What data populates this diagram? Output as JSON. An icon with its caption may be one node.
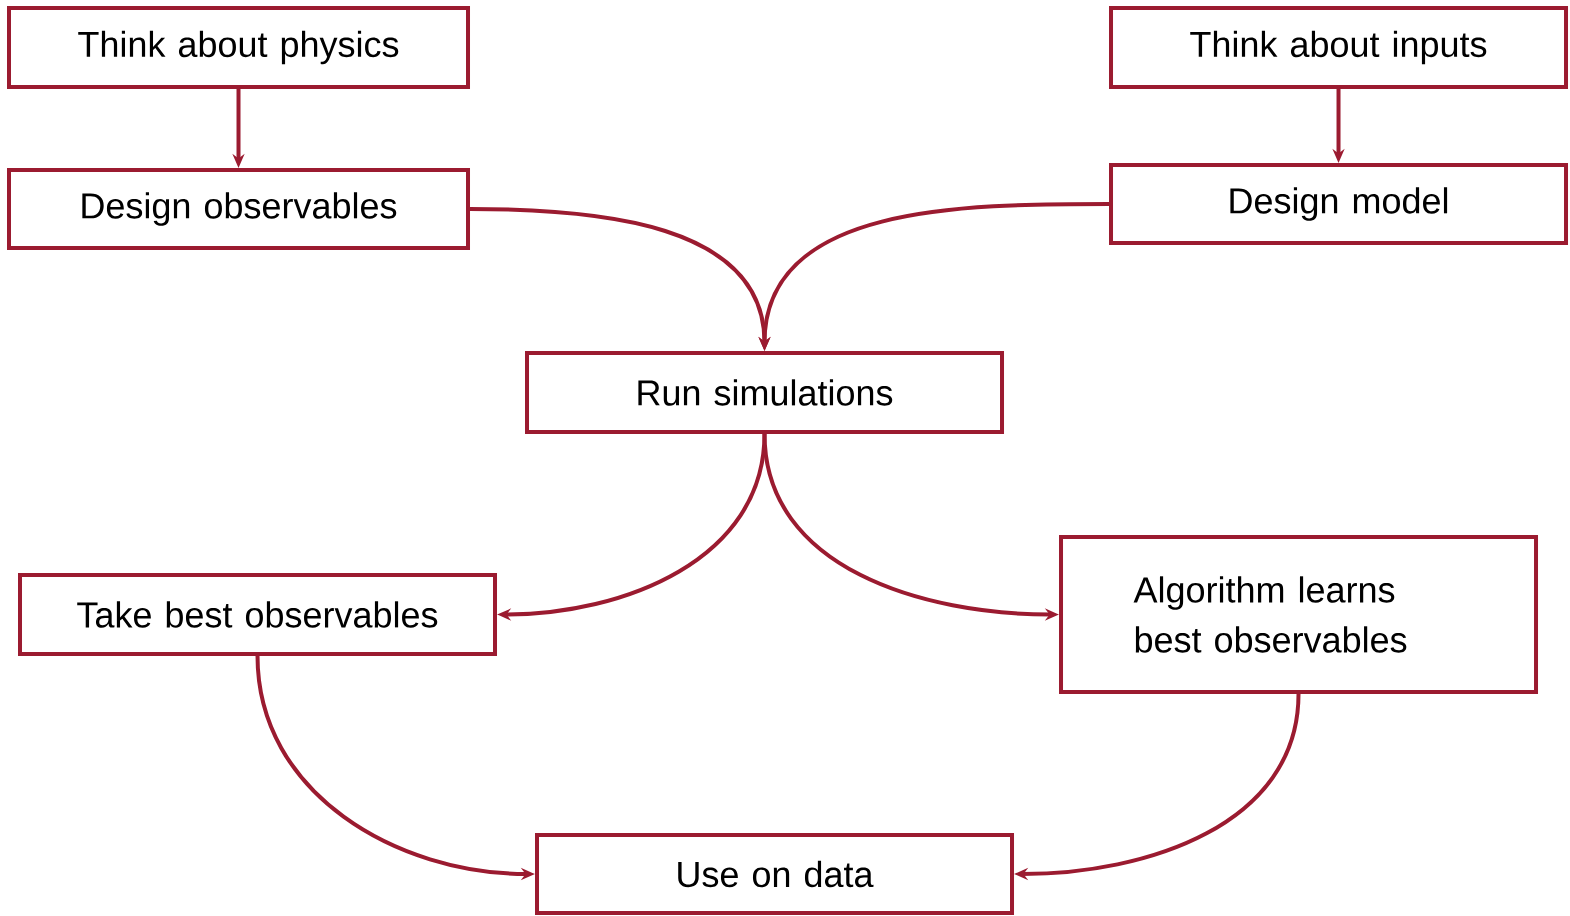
{
  "diagram": {
    "nodes": [
      {
        "text": [
          "Think about physics"
        ]
      },
      {
        "text": [
          "Design observables"
        ]
      },
      {
        "text": [
          "Think about inputs"
        ]
      },
      {
        "text": [
          "Design model"
        ]
      },
      {
        "text": [
          "Run simulations"
        ]
      },
      {
        "text": [
          "Take best observables"
        ]
      },
      {
        "text": [
          "Algorithm learns best observables"
        ]
      },
      {
        "text": [
          "Use on data"
        ]
      }
    ],
    "edges": [
      {
        "from": 0,
        "to": 1,
        "arrow": "to"
      },
      {
        "from": 2,
        "to": 3,
        "arrow": "to"
      },
      {
        "from": 1,
        "to": 4,
        "arrow": "to"
      },
      {
        "from": 3,
        "to": 4,
        "arrow": "to"
      },
      {
        "from": 4,
        "to": 5,
        "arrow": "to"
      },
      {
        "from": 4,
        "to": 6,
        "arrow": "to"
      },
      {
        "from": 5,
        "to": 7,
        "arrow": "to"
      },
      {
        "from": 6,
        "to": 7,
        "arrow": "to"
      }
    ]
  }
}
